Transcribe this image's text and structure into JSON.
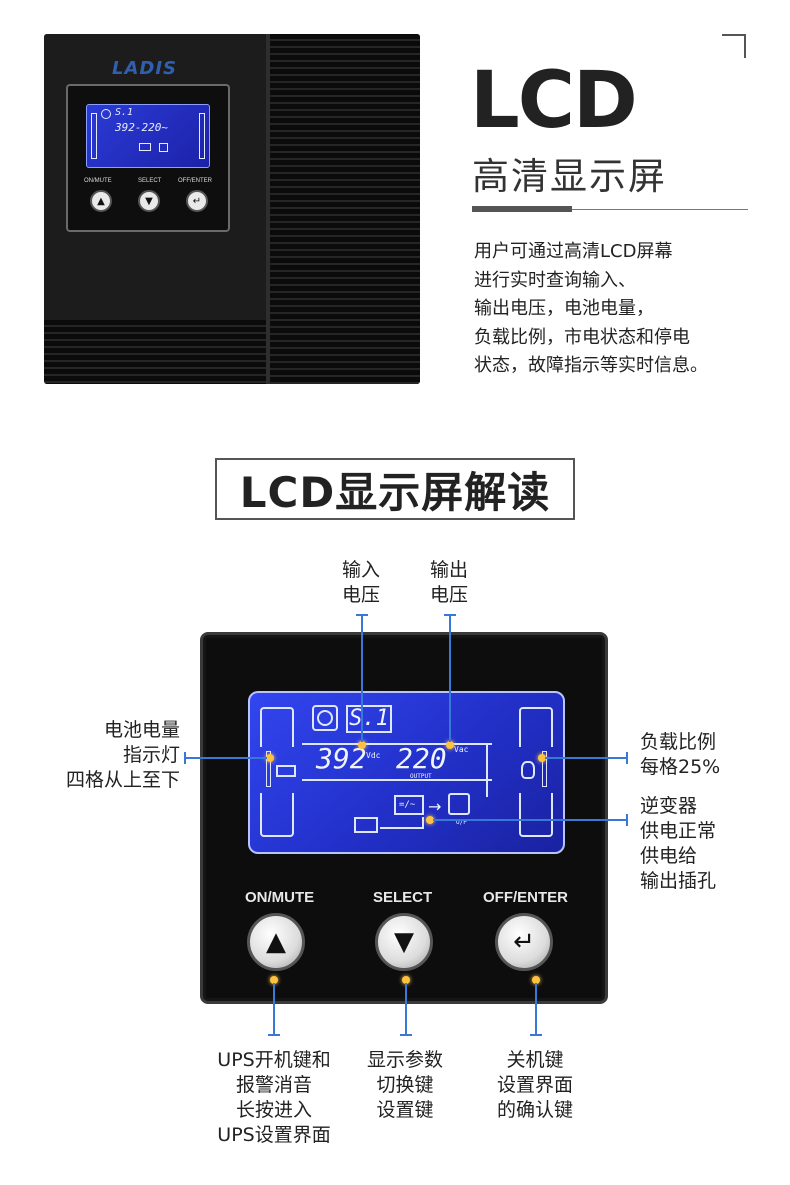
{
  "product": {
    "brand": "LADIS",
    "lcd_small": {
      "mode": "S.1",
      "reading": "392-220~"
    },
    "buttons_small": [
      "ON/MUTE",
      "SELECT",
      "OFF/ENTER"
    ]
  },
  "heading": {
    "title": "LCD",
    "subtitle": "高清显示屏",
    "description": [
      "用户可通过高清LCD屏幕",
      "进行实时查询输入、",
      "输出电压，电池电量，",
      "负载比例，市电状态和停电",
      "状态，故障指示等实时信息。"
    ]
  },
  "section": {
    "title": "LCD显示屏解读"
  },
  "lcd": {
    "mode": "S.1",
    "input_voltage": "392",
    "input_unit": "Vdc",
    "output_voltage": "220",
    "output_unit": "Vac",
    "output_caption": "OUTPUT",
    "onp_caption": "O/P"
  },
  "buttons": [
    {
      "label": "ON/MUTE",
      "icon": "triangle-up-icon",
      "glyph": "▲"
    },
    {
      "label": "SELECT",
      "icon": "triangle-down-icon",
      "glyph": "▼"
    },
    {
      "label": "OFF/ENTER",
      "icon": "enter-arrow-icon",
      "glyph": "↵"
    }
  ],
  "callouts": {
    "input_voltage": [
      "输入",
      "电压"
    ],
    "output_voltage": [
      "输出",
      "电压"
    ],
    "battery": [
      "电池电量",
      "指示灯",
      "四格从上至下"
    ],
    "load": [
      "负载比例",
      "每格25%"
    ],
    "inverter": [
      "逆变器",
      "供电正常",
      "供电给",
      "输出插孔"
    ],
    "on_mute": [
      "UPS开机键和",
      "报警消音",
      "长按进入",
      "UPS设置界面"
    ],
    "select": [
      "显示参数",
      "切换键",
      "设置键"
    ],
    "off_enter": [
      "关机键",
      "设置界面",
      "的确认键"
    ]
  },
  "colors": {
    "lcd_blue": "#2a3ad8",
    "callout_line": "#3a78d8",
    "indicator_dot": "#ffc23d",
    "panel_black": "#0d0d0d"
  }
}
